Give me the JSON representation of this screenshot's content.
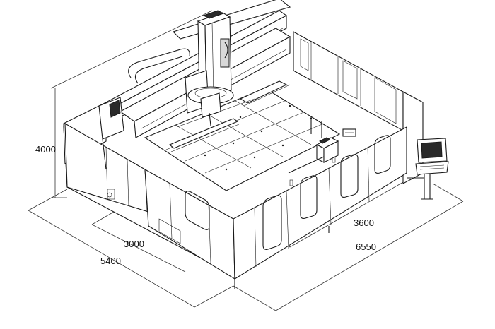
{
  "dimensions": {
    "height": "4000",
    "depth_inner": "3000",
    "depth_outer": "5400",
    "width_inner": "3600",
    "width_outer": "6550"
  },
  "colors": {
    "line": "#1a1a1a",
    "background": "#ffffff"
  }
}
